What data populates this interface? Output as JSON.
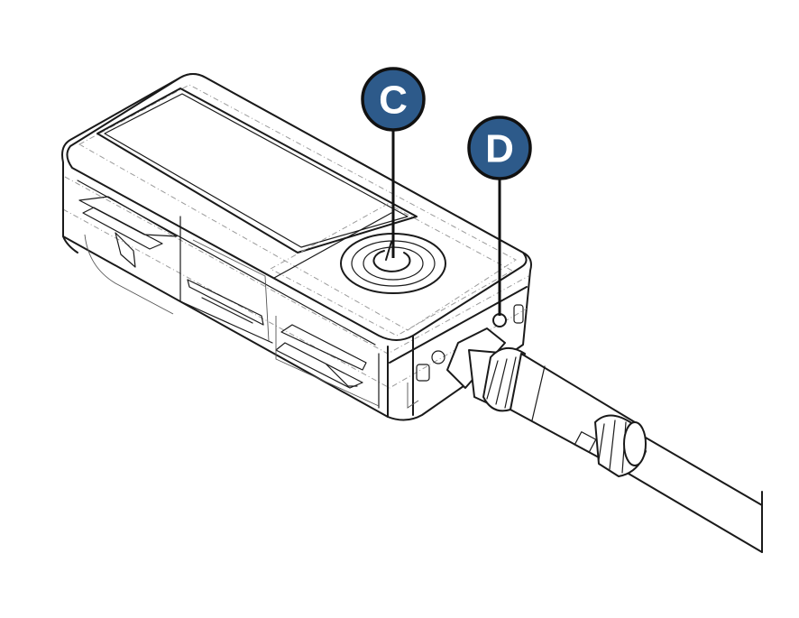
{
  "callouts": [
    {
      "id": "C",
      "label": "C",
      "target": "power-button"
    },
    {
      "id": "D",
      "label": "D",
      "target": "status-led"
    }
  ],
  "colors": {
    "badge_fill": "#2d5a8a",
    "badge_stroke": "#111111",
    "badge_text": "#ffffff",
    "line_art": "#1a1a1a",
    "background": "#ffffff"
  },
  "icons": [
    "power-icon"
  ]
}
